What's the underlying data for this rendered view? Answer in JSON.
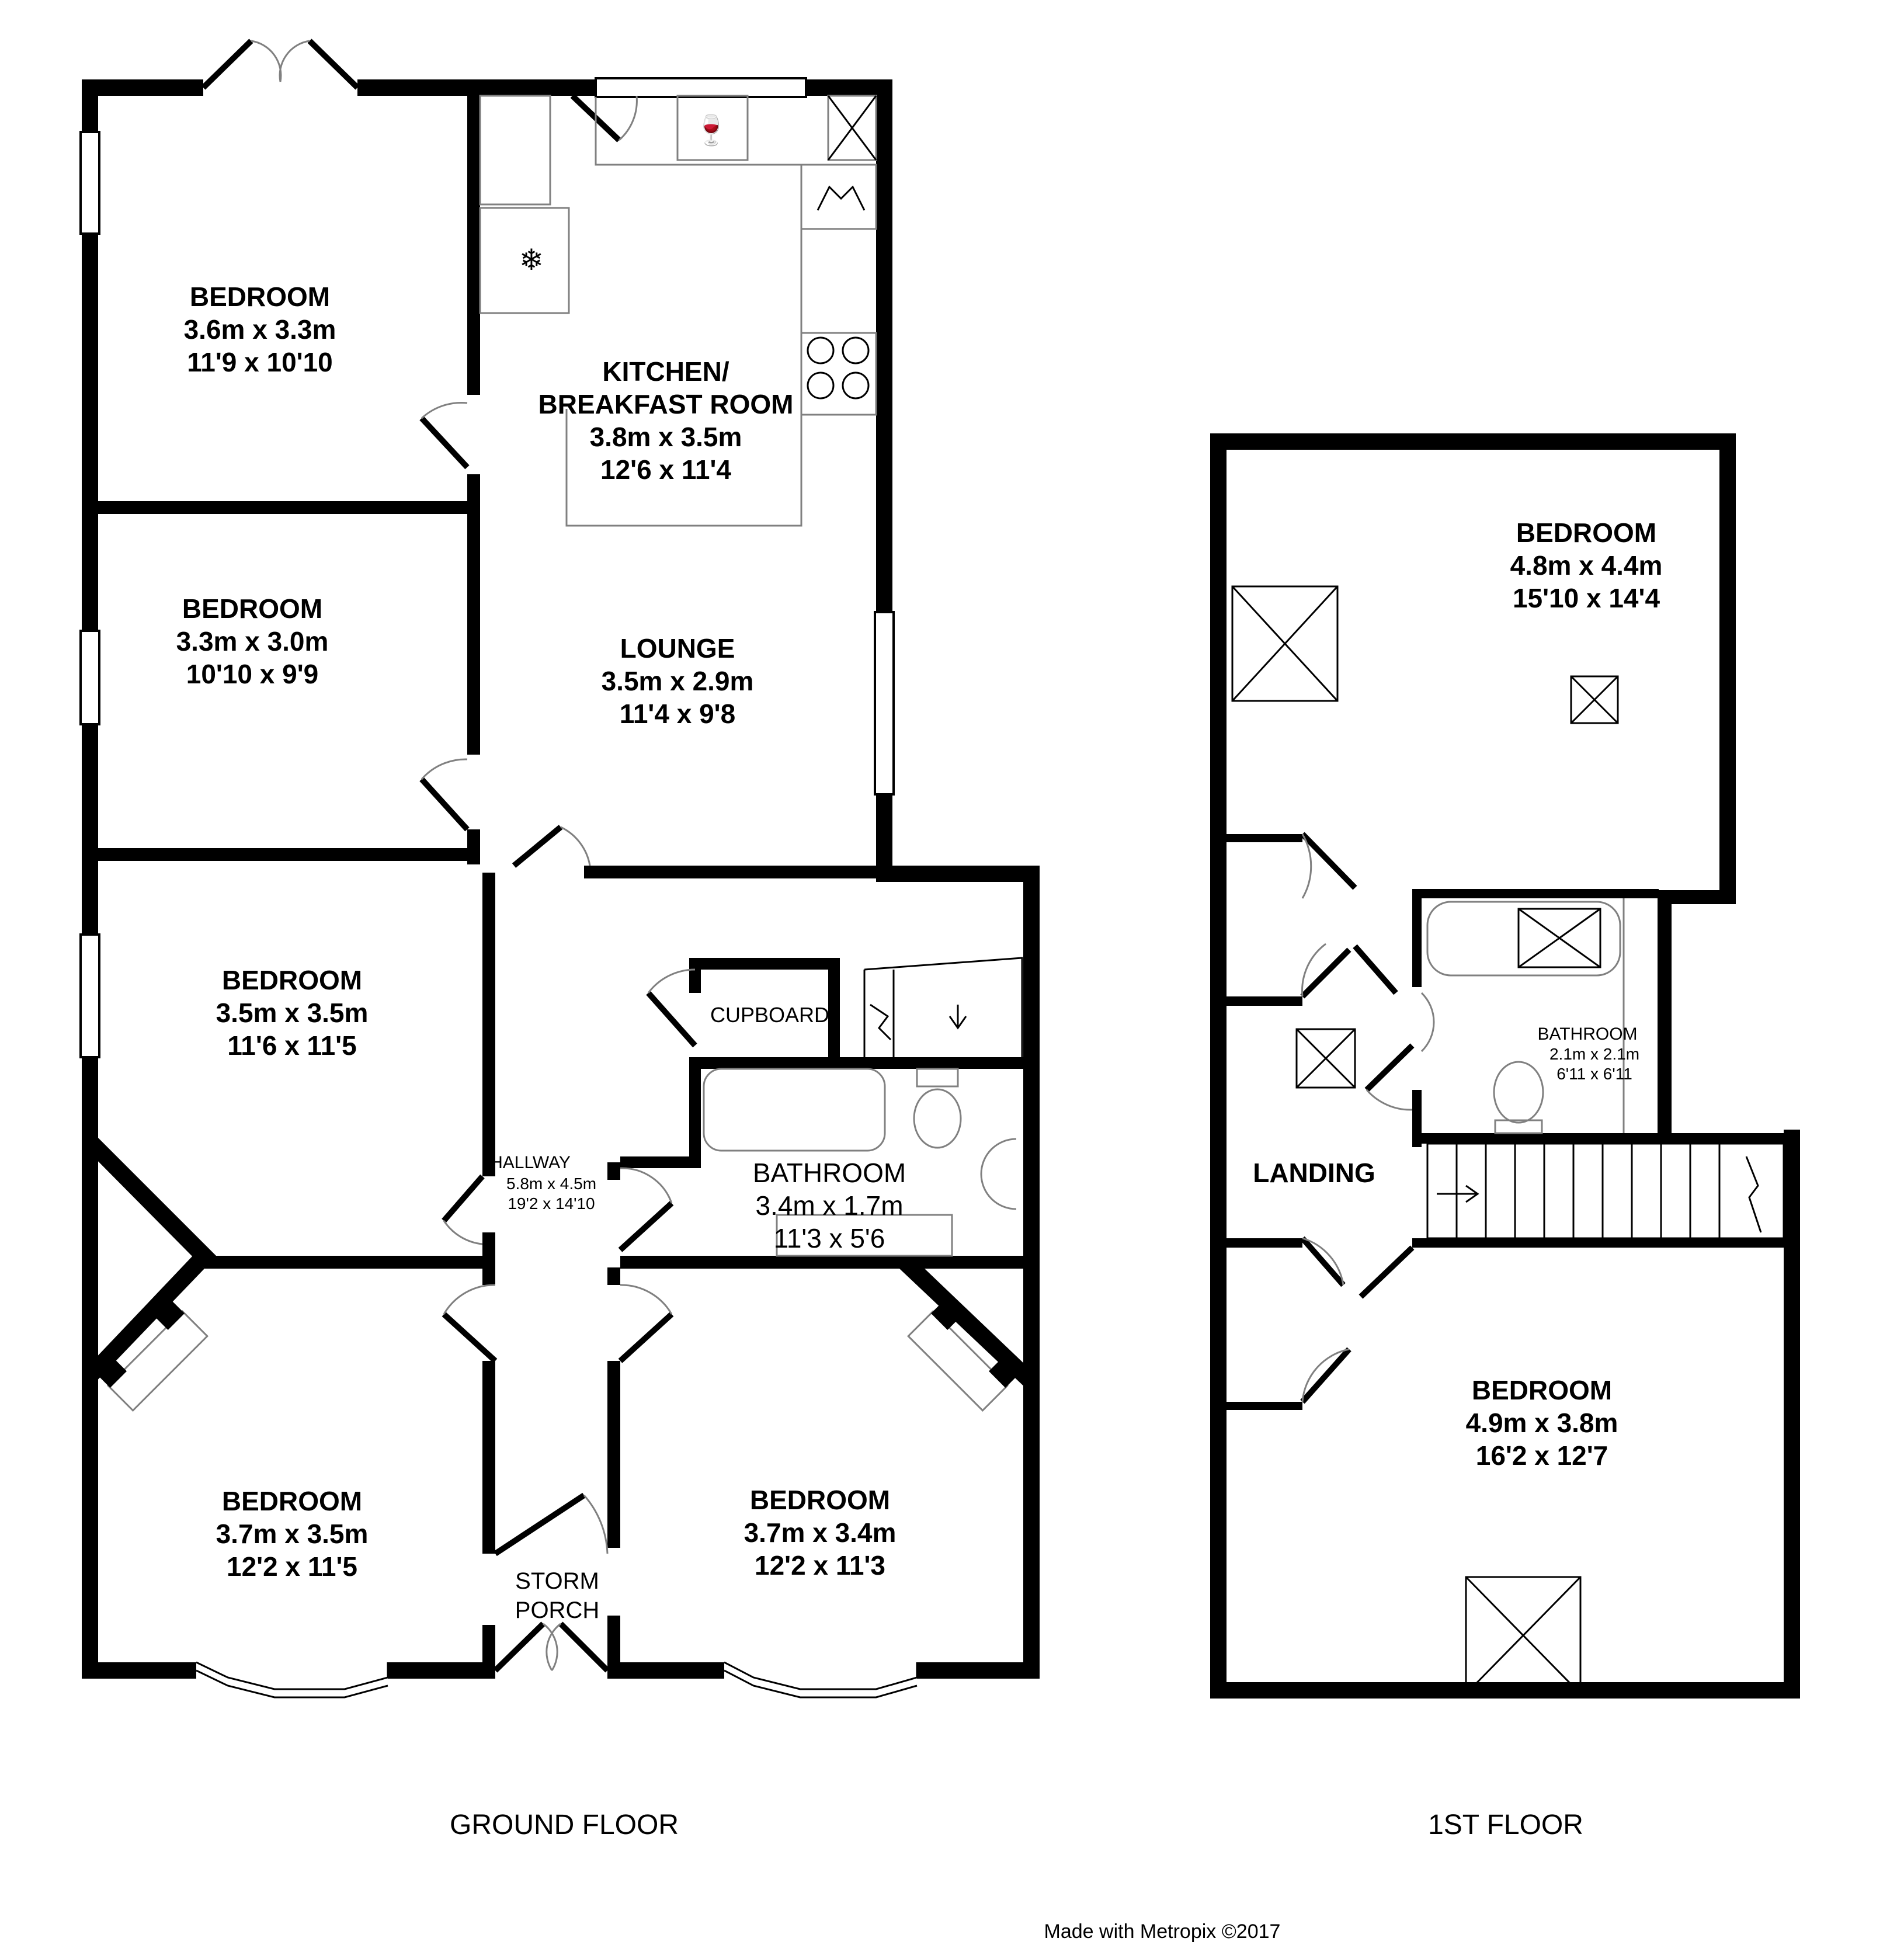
{
  "ground_floor": {
    "label": "GROUND FLOOR",
    "rooms": {
      "bedroom_top": {
        "name": "BEDROOM",
        "metric": "3.6m x 3.3m",
        "imperial": "11'9 x 10'10"
      },
      "kitchen": {
        "name_line1": "KITCHEN/",
        "name_line2": "BREAKFAST ROOM",
        "metric": "3.8m x 3.5m",
        "imperial": "12'6 x 11'4"
      },
      "bedroom_2": {
        "name": "BEDROOM",
        "metric": "3.3m x 3.0m",
        "imperial": "10'10 x 9'9"
      },
      "lounge": {
        "name": "LOUNGE",
        "metric": "3.5m x 2.9m",
        "imperial": "11'4 x 9'8"
      },
      "bedroom_3": {
        "name": "BEDROOM",
        "metric": "3.5m x 3.5m",
        "imperial": "11'6 x 11'5"
      },
      "cupboard": {
        "name": "CUPBOARD"
      },
      "hallway": {
        "name": "HALLWAY",
        "metric": "5.8m x 4.5m",
        "imperial": "19'2 x 14'10"
      },
      "bathroom": {
        "name": "BATHROOM",
        "metric": "3.4m x 1.7m",
        "imperial": "11'3 x 5'6"
      },
      "bedroom_front_left": {
        "name": "BEDROOM",
        "metric": "3.7m x 3.5m",
        "imperial": "12'2 x 11'5"
      },
      "bedroom_front_right": {
        "name": "BEDROOM",
        "metric": "3.7m x 3.4m",
        "imperial": "12'2 x 11'3"
      },
      "storm_porch": {
        "name_line1": "STORM",
        "name_line2": "PORCH"
      }
    }
  },
  "first_floor": {
    "label": "1ST FLOOR",
    "rooms": {
      "bedroom_top": {
        "name": "BEDROOM",
        "metric": "4.8m x 4.4m",
        "imperial": "15'10 x 14'4"
      },
      "bathroom": {
        "name": "BATHROOM",
        "metric": "2.1m x 2.1m",
        "imperial": "6'11 x 6'11"
      },
      "landing": {
        "name": "LANDING"
      },
      "bedroom_bottom": {
        "name": "BEDROOM",
        "metric": "4.9m x 3.8m",
        "imperial": "16'2 x 12'7"
      }
    }
  },
  "credit": "Made with Metropix ©2017"
}
